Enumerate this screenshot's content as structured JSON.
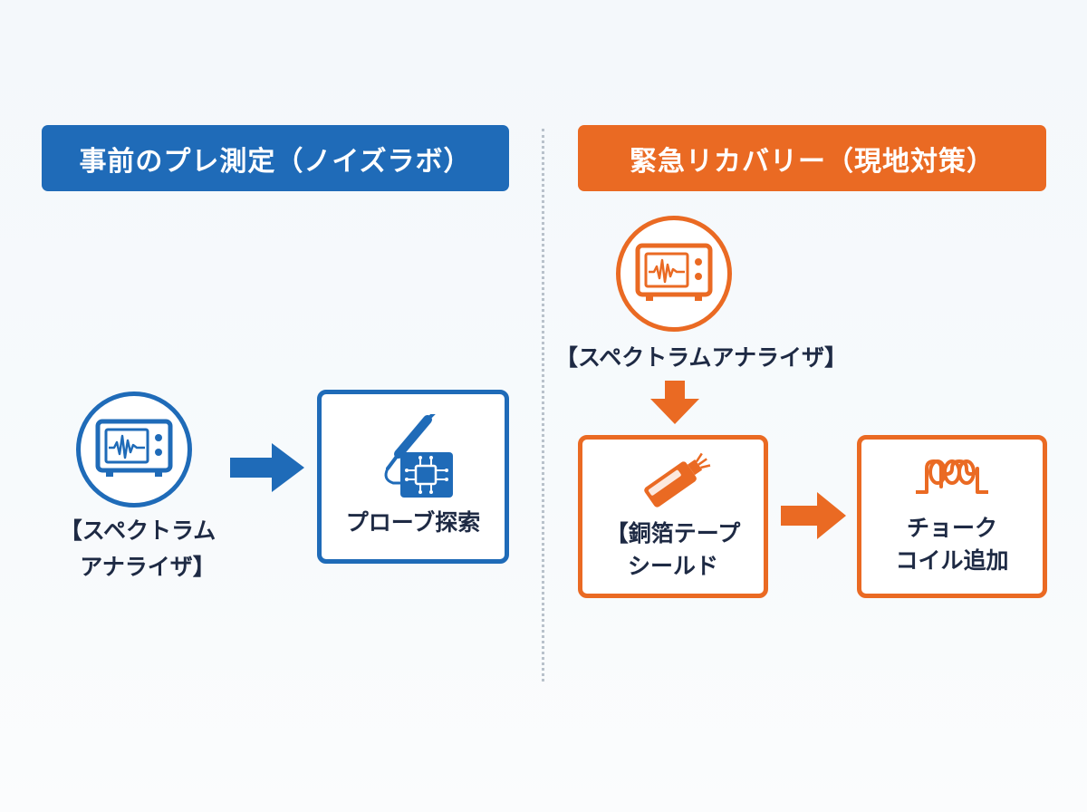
{
  "left_panel": {
    "title": "事前のプレ測定（ノイズラボ）",
    "analyzer_label_line1": "【スペクトラム",
    "analyzer_label_line2": "アナライザ】",
    "probe_label": "プローブ探索",
    "accent_color": "#1f6bb8"
  },
  "right_panel": {
    "title": "緊急リカバリー（現地対策）",
    "analyzer_label": "【スペクトラムアナライザ】",
    "shield_label_line1": "【銅箔テープ",
    "shield_label_line2": "シールド",
    "choke_label_line1": "チョーク",
    "choke_label_line2": "コイル追加",
    "accent_color": "#ea6a23"
  },
  "icons": {
    "analyzer": "spectrum-analyzer-icon",
    "probe": "probe-chip-icon",
    "shield": "copper-tape-cable-icon",
    "choke": "choke-coil-icon",
    "arrow": "arrow-icon"
  }
}
